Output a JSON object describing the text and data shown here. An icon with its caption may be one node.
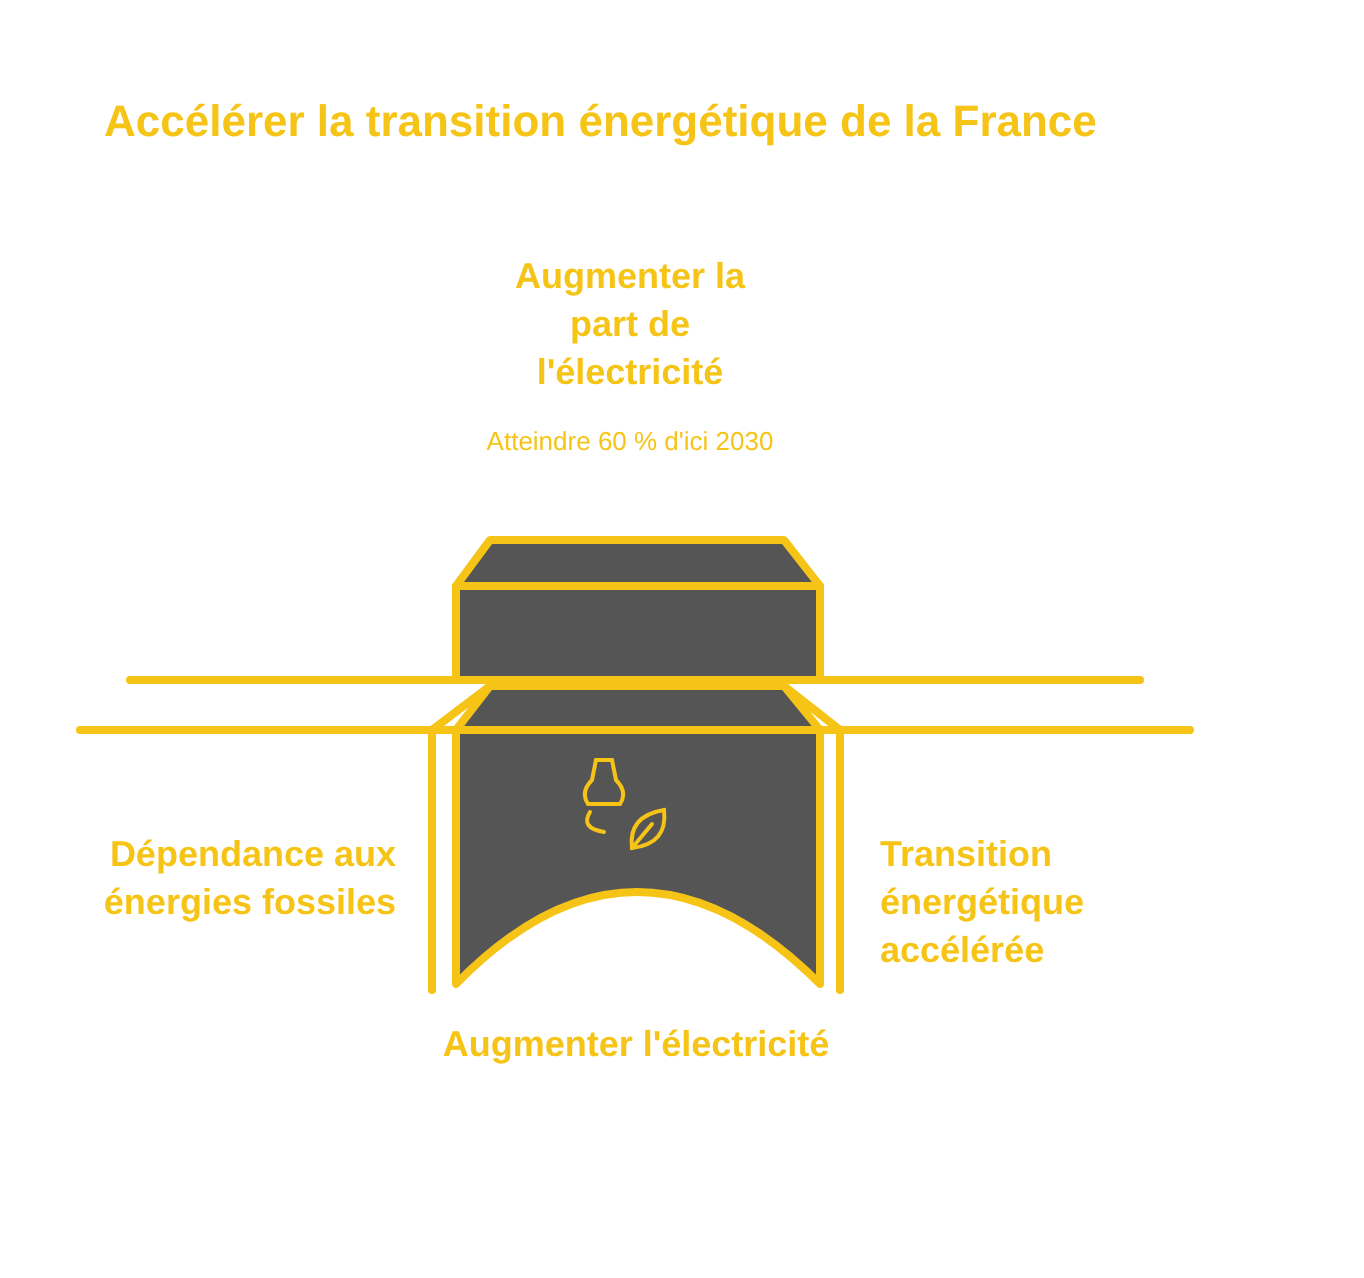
{
  "diagram": {
    "title": "Accélérer la transition énergétique de la France",
    "labels": [
      "Augmenter la part de l'électricité",
      "Atteindre 60 % d'ici 2030",
      "Dépendance aux énergies fossiles",
      "Transition énergétique accélérée",
      "Augmenter l'électricité"
    ]
  }
}
